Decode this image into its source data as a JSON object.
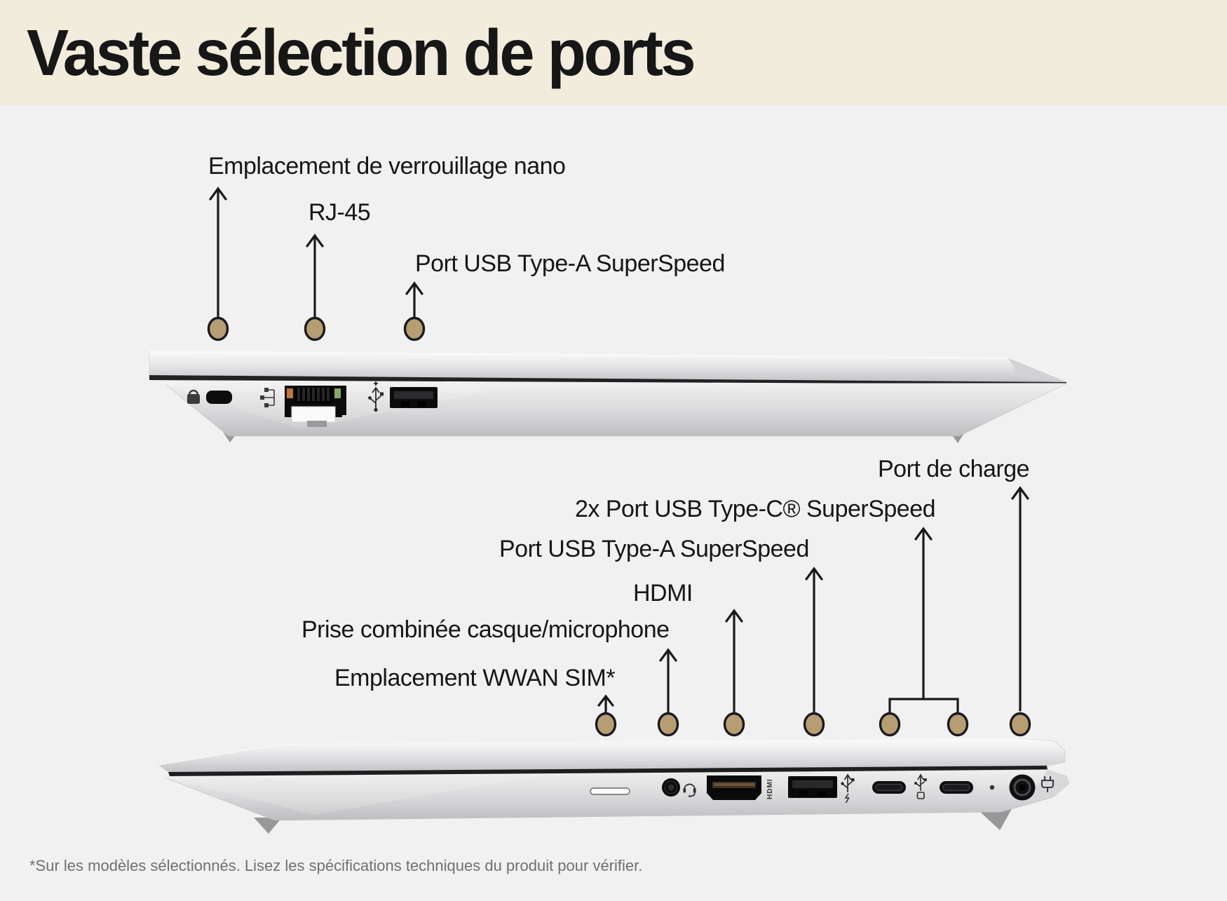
{
  "header": {
    "title": "Vaste sélection de ports"
  },
  "top_view": {
    "labels": {
      "nano_lock": "Emplacement de verrouillage nano",
      "rj45": "RJ-45",
      "usb_a": "Port USB Type-A SuperSpeed"
    }
  },
  "bottom_view": {
    "labels": {
      "charge": "Port de charge",
      "usb_c": "2x Port USB Type-C® SuperSpeed",
      "usb_a": "Port USB Type-A SuperSpeed",
      "hdmi": "HDMI",
      "jack": "Prise combinée casque/microphone",
      "wwan": "Emplacement WWAN SIM*"
    },
    "engravings": {
      "hdmi": "HDMI"
    }
  },
  "footer": {
    "note": "*Sur les modèles sélectionnés. Lisez les spécifications techniques du produit pour vérifier."
  },
  "colors": {
    "header_bg": "#f2ecdc",
    "body_bg": "#f1f1f2",
    "text": "#161616",
    "footer_text": "#707070",
    "marker_dot": "#b79d72",
    "led_orange": "#c0763d",
    "led_green": "#87a765"
  }
}
